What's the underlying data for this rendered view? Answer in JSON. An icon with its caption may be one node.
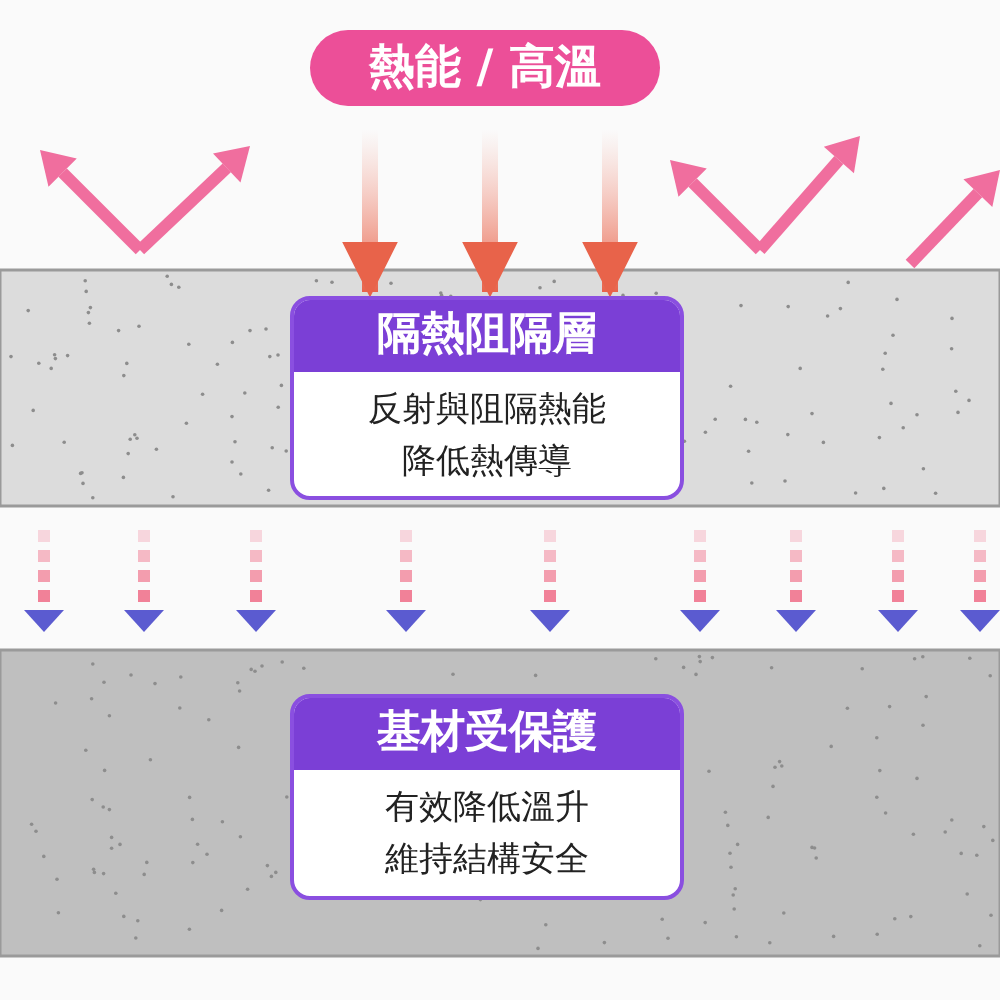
{
  "diagram": {
    "nodes": [
      {
        "text": [
          "熱能 / 高溫"
        ]
      },
      {
        "text": [
          "隔熱阻隔層",
          "反射與阻隔熱能降低熱傳導"
        ]
      },
      {
        "text": [
          "基材受保護",
          "有效降低溫升維持結構安全"
        ]
      }
    ],
    "edges": [
      {
        "from": 0,
        "to": 1,
        "arrow": "to"
      },
      {
        "from": 0,
        "to": 1,
        "arrow": "to"
      },
      {
        "from": 0,
        "to": 1,
        "arrow": "to"
      }
    ]
  }
}
